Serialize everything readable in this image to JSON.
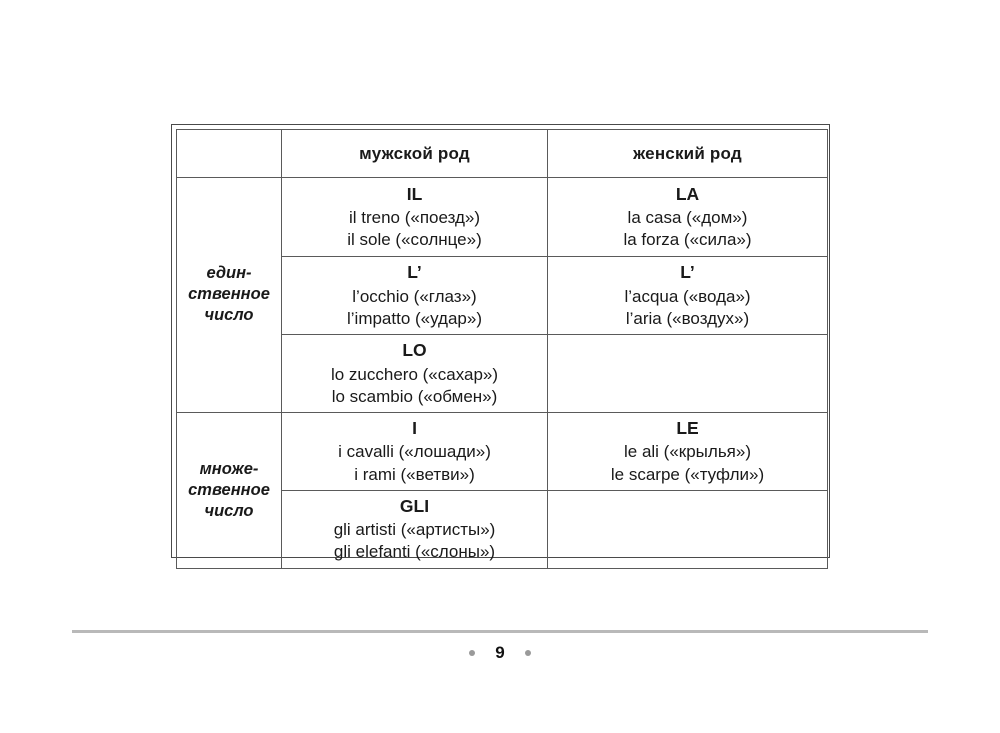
{
  "page": {
    "number": "9",
    "pager_dot_left": "dot",
    "pager_dot_right": "dot"
  },
  "table": {
    "corner_label": "",
    "columns": [
      {
        "key": "label",
        "header": ""
      },
      {
        "key": "masculine",
        "header": "мужской род"
      },
      {
        "key": "feminine",
        "header": "женский род"
      }
    ],
    "groups": [
      {
        "label": "един-\nственное\nчисло",
        "label_lines": [
          "един-",
          "ственное",
          "число"
        ],
        "rows": [
          {
            "masculine": {
              "article": "IL",
              "examples": [
                "il treno («поезд»)",
                "il sole («солнце»)"
              ]
            },
            "feminine": {
              "article": "LA",
              "examples": [
                "la casa («дом»)",
                "la forza («сила»)"
              ]
            }
          },
          {
            "masculine": {
              "article": "L’",
              "examples": [
                "l’occhio («глаз»)",
                "l’impatto («удар»)"
              ]
            },
            "feminine": {
              "article": "L’",
              "examples": [
                "l’acqua («вода»)",
                "l’aria («воздух»)"
              ]
            }
          },
          {
            "masculine": {
              "article": "LO",
              "examples": [
                "lo zucchero («сахар»)",
                "lo scambio («обмен»)"
              ]
            },
            "feminine": {
              "article": "",
              "examples": []
            }
          }
        ]
      },
      {
        "label": "множе-\nственное\nчисло",
        "label_lines": [
          "множе-",
          "ственное",
          "число"
        ],
        "rows": [
          {
            "masculine": {
              "article": "I",
              "examples": [
                "i cavalli («лошади»)",
                "i rami («ветви»)"
              ]
            },
            "feminine": {
              "article": "LE",
              "examples": [
                "le ali («крылья»)",
                "le scarpe («туфли»)"
              ]
            }
          },
          {
            "masculine": {
              "article": "GLI",
              "examples": [
                "gli artisti («артисты»)",
                "gli elefanti («слоны»)"
              ]
            },
            "feminine": {
              "article": "",
              "examples": []
            }
          }
        ]
      }
    ]
  },
  "colors": {
    "text": "#1a1a1a",
    "border": "#4a4a4a",
    "inner_border": "#5a5a5a",
    "footer_rule": "#b9b9b9",
    "pager_dot": "#9a9a9a",
    "background": "#ffffff"
  }
}
